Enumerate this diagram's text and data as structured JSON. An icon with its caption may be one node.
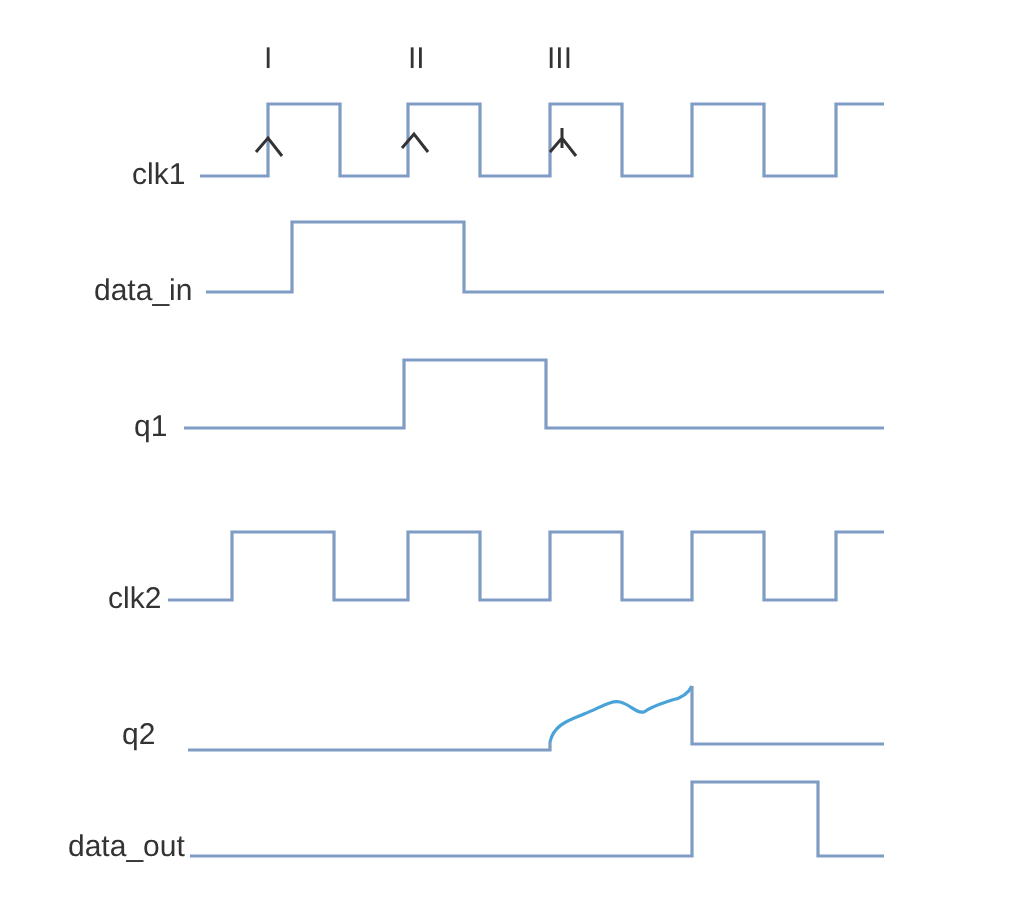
{
  "diagram": {
    "labels": [
      "I",
      "II",
      "III",
      "clk1",
      "data_in",
      "q1",
      "clk2",
      "q2",
      "data_out"
    ]
  }
}
